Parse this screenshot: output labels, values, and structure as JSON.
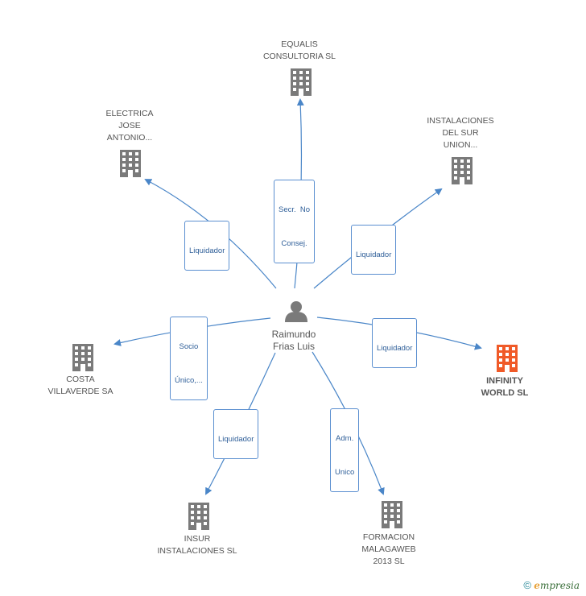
{
  "center": {
    "name_line1": "Raimundo",
    "name_line2": "Frias Luis"
  },
  "nodes": [
    {
      "id": "equalis",
      "lines": [
        "EQUALIS",
        "CONSULTORIA SL"
      ],
      "role_lines": [
        "Secr.  No",
        "Consej."
      ],
      "highlight": false
    },
    {
      "id": "electrica",
      "lines": [
        "ELECTRICA",
        "JOSE",
        "ANTONIO..."
      ],
      "role_lines": [
        "Liquidador"
      ],
      "highlight": false
    },
    {
      "id": "instalaciones-sur",
      "lines": [
        "INSTALACIONES",
        "DEL SUR",
        "UNION..."
      ],
      "role_lines": [
        "Liquidador"
      ],
      "highlight": false
    },
    {
      "id": "costa",
      "lines": [
        "COSTA",
        "VILLAVERDE SA"
      ],
      "role_lines": [
        "Socio",
        "Único,..."
      ],
      "highlight": false
    },
    {
      "id": "infinity",
      "lines": [
        "INFINITY",
        "WORLD SL"
      ],
      "role_lines": [
        "Liquidador"
      ],
      "highlight": true
    },
    {
      "id": "insur",
      "lines": [
        "INSUR",
        "INSTALACIONES SL"
      ],
      "role_lines": [
        "Liquidador"
      ],
      "highlight": false
    },
    {
      "id": "formacion",
      "lines": [
        "FORMACION",
        "MALAGAWEB",
        "2013  SL"
      ],
      "role_lines": [
        "Adm.",
        "Unico"
      ],
      "highlight": false
    }
  ],
  "colors": {
    "edge": "#4a86c8",
    "building": "#7a7a7a",
    "building_highlight": "#f05a28",
    "person": "#7a7a7a"
  },
  "footer": {
    "copyright_symbol": "©",
    "brand_initial": "e",
    "brand_rest": "mpresia"
  }
}
